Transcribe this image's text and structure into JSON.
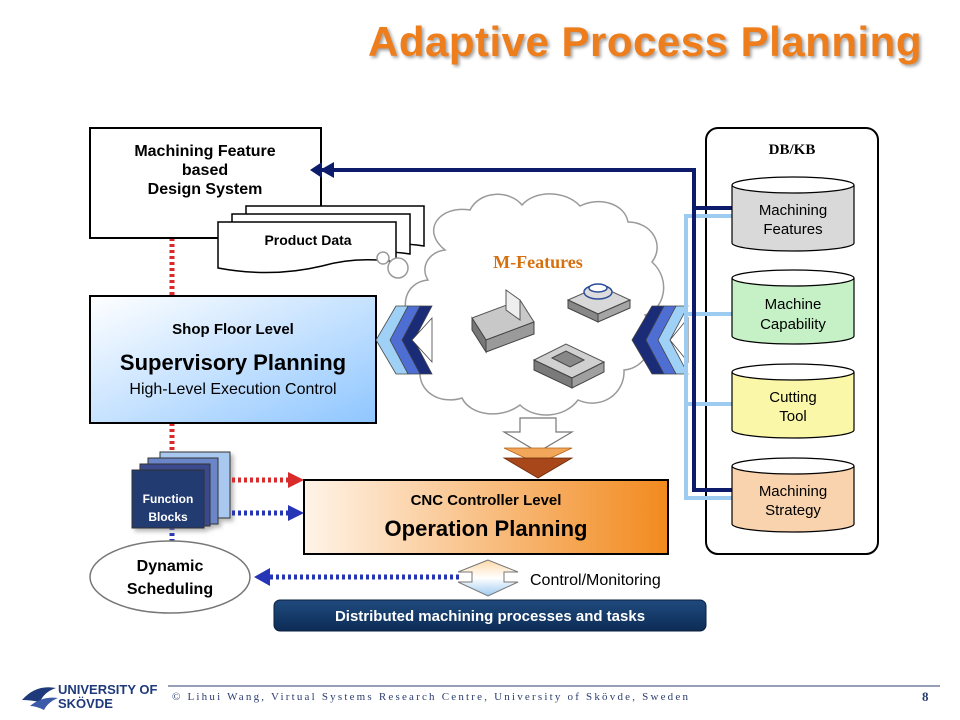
{
  "title": "Adaptive Process Planning",
  "design_system": {
    "line1": "Machining Feature",
    "line2": "based",
    "line3": "Design System"
  },
  "product_data": "Product Data",
  "shop_floor": {
    "level": "Shop Floor Level",
    "title": "Supervisory Planning",
    "subtitle": "High-Level Execution Control"
  },
  "cnc": {
    "level": "CNC Controller Level",
    "title": "Operation Planning"
  },
  "function_blocks": {
    "line1": "Function",
    "line2": "Blocks"
  },
  "dynamic_scheduling": {
    "line1": "Dynamic",
    "line2": "Scheduling"
  },
  "control_monitoring": "Control/Monitoring",
  "distributed_banner": "Distributed machining processes and tasks",
  "m_features": "M-Features",
  "dbkb": {
    "label": "DB/KB",
    "items": [
      {
        "line1": "Machining",
        "line2": "Features",
        "color": "#d9d9d9"
      },
      {
        "line1": "Machine",
        "line2": "Capability",
        "color": "#c6f0c6"
      },
      {
        "line1": "Cutting",
        "line2": "Tool",
        "color": "#fbf7a8"
      },
      {
        "line1": "Machining",
        "line2": "Strategy",
        "color": "#f9d3ad"
      }
    ]
  },
  "footer": {
    "copyright": "© Lihui Wang, Virtual Systems Research Centre, University of Skövde, Sweden",
    "page": "8",
    "logo_line1": "UNIVERSITY OF",
    "logo_line2": "SKÖVDE"
  }
}
